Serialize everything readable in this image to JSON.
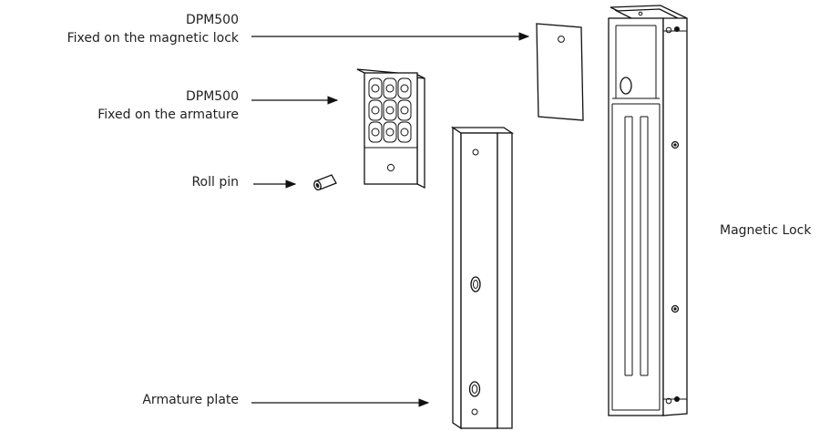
{
  "labels": {
    "dpm_lock_line1": "DPM500",
    "dpm_lock_line2": "Fixed on the magnetic lock",
    "dpm_armature_line1": "DPM500",
    "dpm_armature_line2": "Fixed on the armature",
    "roll_pin": "Roll pin",
    "armature_plate": "Armature plate",
    "magnetic_lock": "Magnetic Lock"
  },
  "colors": {
    "line": "#111111",
    "text": "#222222",
    "background": "#ffffff"
  }
}
